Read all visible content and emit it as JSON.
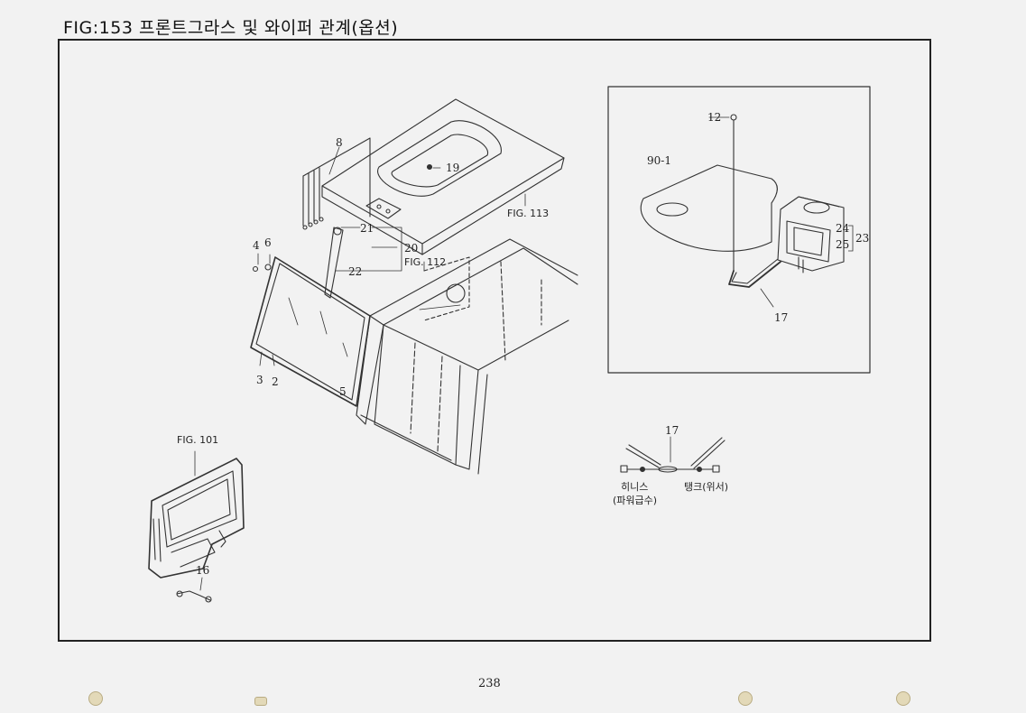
{
  "figure": {
    "title": "FIG:153 프론트그라스 및 와이퍼 관계(옵션)"
  },
  "main_diagram": {
    "callouts": {
      "c8": "8",
      "c19": "19",
      "c21": "21",
      "c20": "20",
      "c22": "22",
      "c4": "4",
      "c6": "6",
      "c3": "3",
      "c2": "2",
      "c5": "5"
    },
    "references": {
      "fig113": "FIG. 113",
      "fig112": "FIG. 112",
      "fig101": "FIG. 101"
    },
    "door_callout": "16"
  },
  "inset": {
    "callouts": {
      "c12": "12",
      "c90_1": "90-1",
      "c24": "24",
      "c25": "25",
      "c23": "23",
      "c17": "17"
    }
  },
  "hose_schematic": {
    "number": "17",
    "left_label": "히니스",
    "left_sublabel": "(파워급수)",
    "right_label": "탱크(위서)"
  },
  "page": {
    "number": "238"
  }
}
